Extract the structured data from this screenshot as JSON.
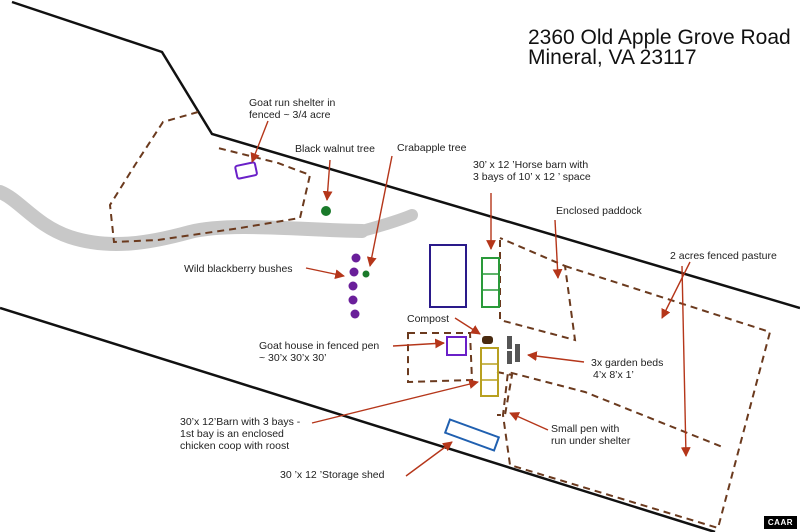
{
  "title": {
    "line1": "2360 Old Apple Grove Road",
    "line2": "Mineral, VA 23117"
  },
  "labels": {
    "goat_run_1": "Goat run shelter in",
    "goat_run_2": "fenced ~ 3/4 acre",
    "walnut": "Black walnut tree",
    "crabapple": "Crabapple tree",
    "horse_barn_1": "30’ x 12 ’Horse barn with",
    "horse_barn_2": "3 bays of 10’ x 12 ’ space",
    "paddock": "Enclosed paddock",
    "pasture": "2 acres fenced pasture",
    "blackberry": "Wild blackberry bushes",
    "compost": "Compost",
    "goat_house_1": "Goat house in fenced pen",
    "goat_house_2": "~ 30’x 30’x 30’",
    "garden_1": "3x garden beds",
    "garden_2": "4’x 8’x 1’",
    "barn_1": "30’x 12’Barn with 3 bays -",
    "barn_2": "1st bay is an enclosed",
    "barn_3": "chicken coop with roost",
    "small_pen_1": "Small pen with",
    "small_pen_2": "run under shelter",
    "shed": "30 ’x 12 ’Storage shed"
  },
  "badge": "CAAR",
  "colors": {
    "boundary": "#111111",
    "fence": "#6b3a1e",
    "arrow": "#b5361a",
    "road": "#c8c8c8",
    "tree": "#1a7a2a",
    "blackberry": "#6a1f9a",
    "horse_barn": "#2a9a3a",
    "large_building": "#2a1a8a",
    "goat_shelter": "#6a20c8",
    "barn": "#b8a020",
    "shed": "#2060b0",
    "compost": "#4a2a10",
    "garden_beds": "#555555"
  },
  "icons": {
    "tree": "circle",
    "bush": "circle",
    "building": "rectangle",
    "label_pointer": "arrow"
  }
}
